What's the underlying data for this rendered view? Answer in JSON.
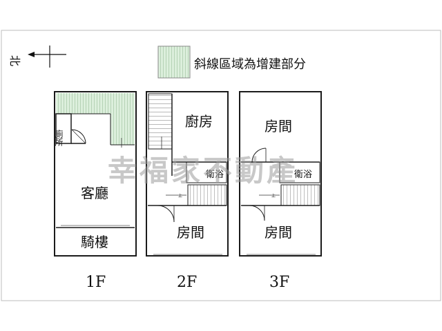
{
  "legend": {
    "label": "斜線區域為增建部分",
    "swatch_color": "#dcefdc"
  },
  "compass": {
    "label": "北",
    "icon": "north-arrow-icon"
  },
  "floors": [
    {
      "name": "1F",
      "rooms": [
        {
          "id": "toilet",
          "label": "廁所"
        },
        {
          "id": "living",
          "label": "客廳"
        },
        {
          "id": "arcade",
          "label": "騎樓"
        }
      ]
    },
    {
      "name": "2F",
      "rooms": [
        {
          "id": "kitchen",
          "label": "廚房"
        },
        {
          "id": "bath",
          "label": "衛浴"
        },
        {
          "id": "room",
          "label": "房間"
        }
      ]
    },
    {
      "name": "3F",
      "rooms": [
        {
          "id": "room-top",
          "label": "房間"
        },
        {
          "id": "bath",
          "label": "衛浴"
        },
        {
          "id": "room-bottom",
          "label": "房間"
        }
      ]
    }
  ],
  "watermark": "幸福家不動產",
  "stair_mark": "上",
  "colors": {
    "wall": "#1a1a1a",
    "addition_fill": "#dcefdc",
    "addition_hatch": "#7aa87a",
    "frame": "#bdbdbd",
    "watermark": "#9a9a9a"
  }
}
